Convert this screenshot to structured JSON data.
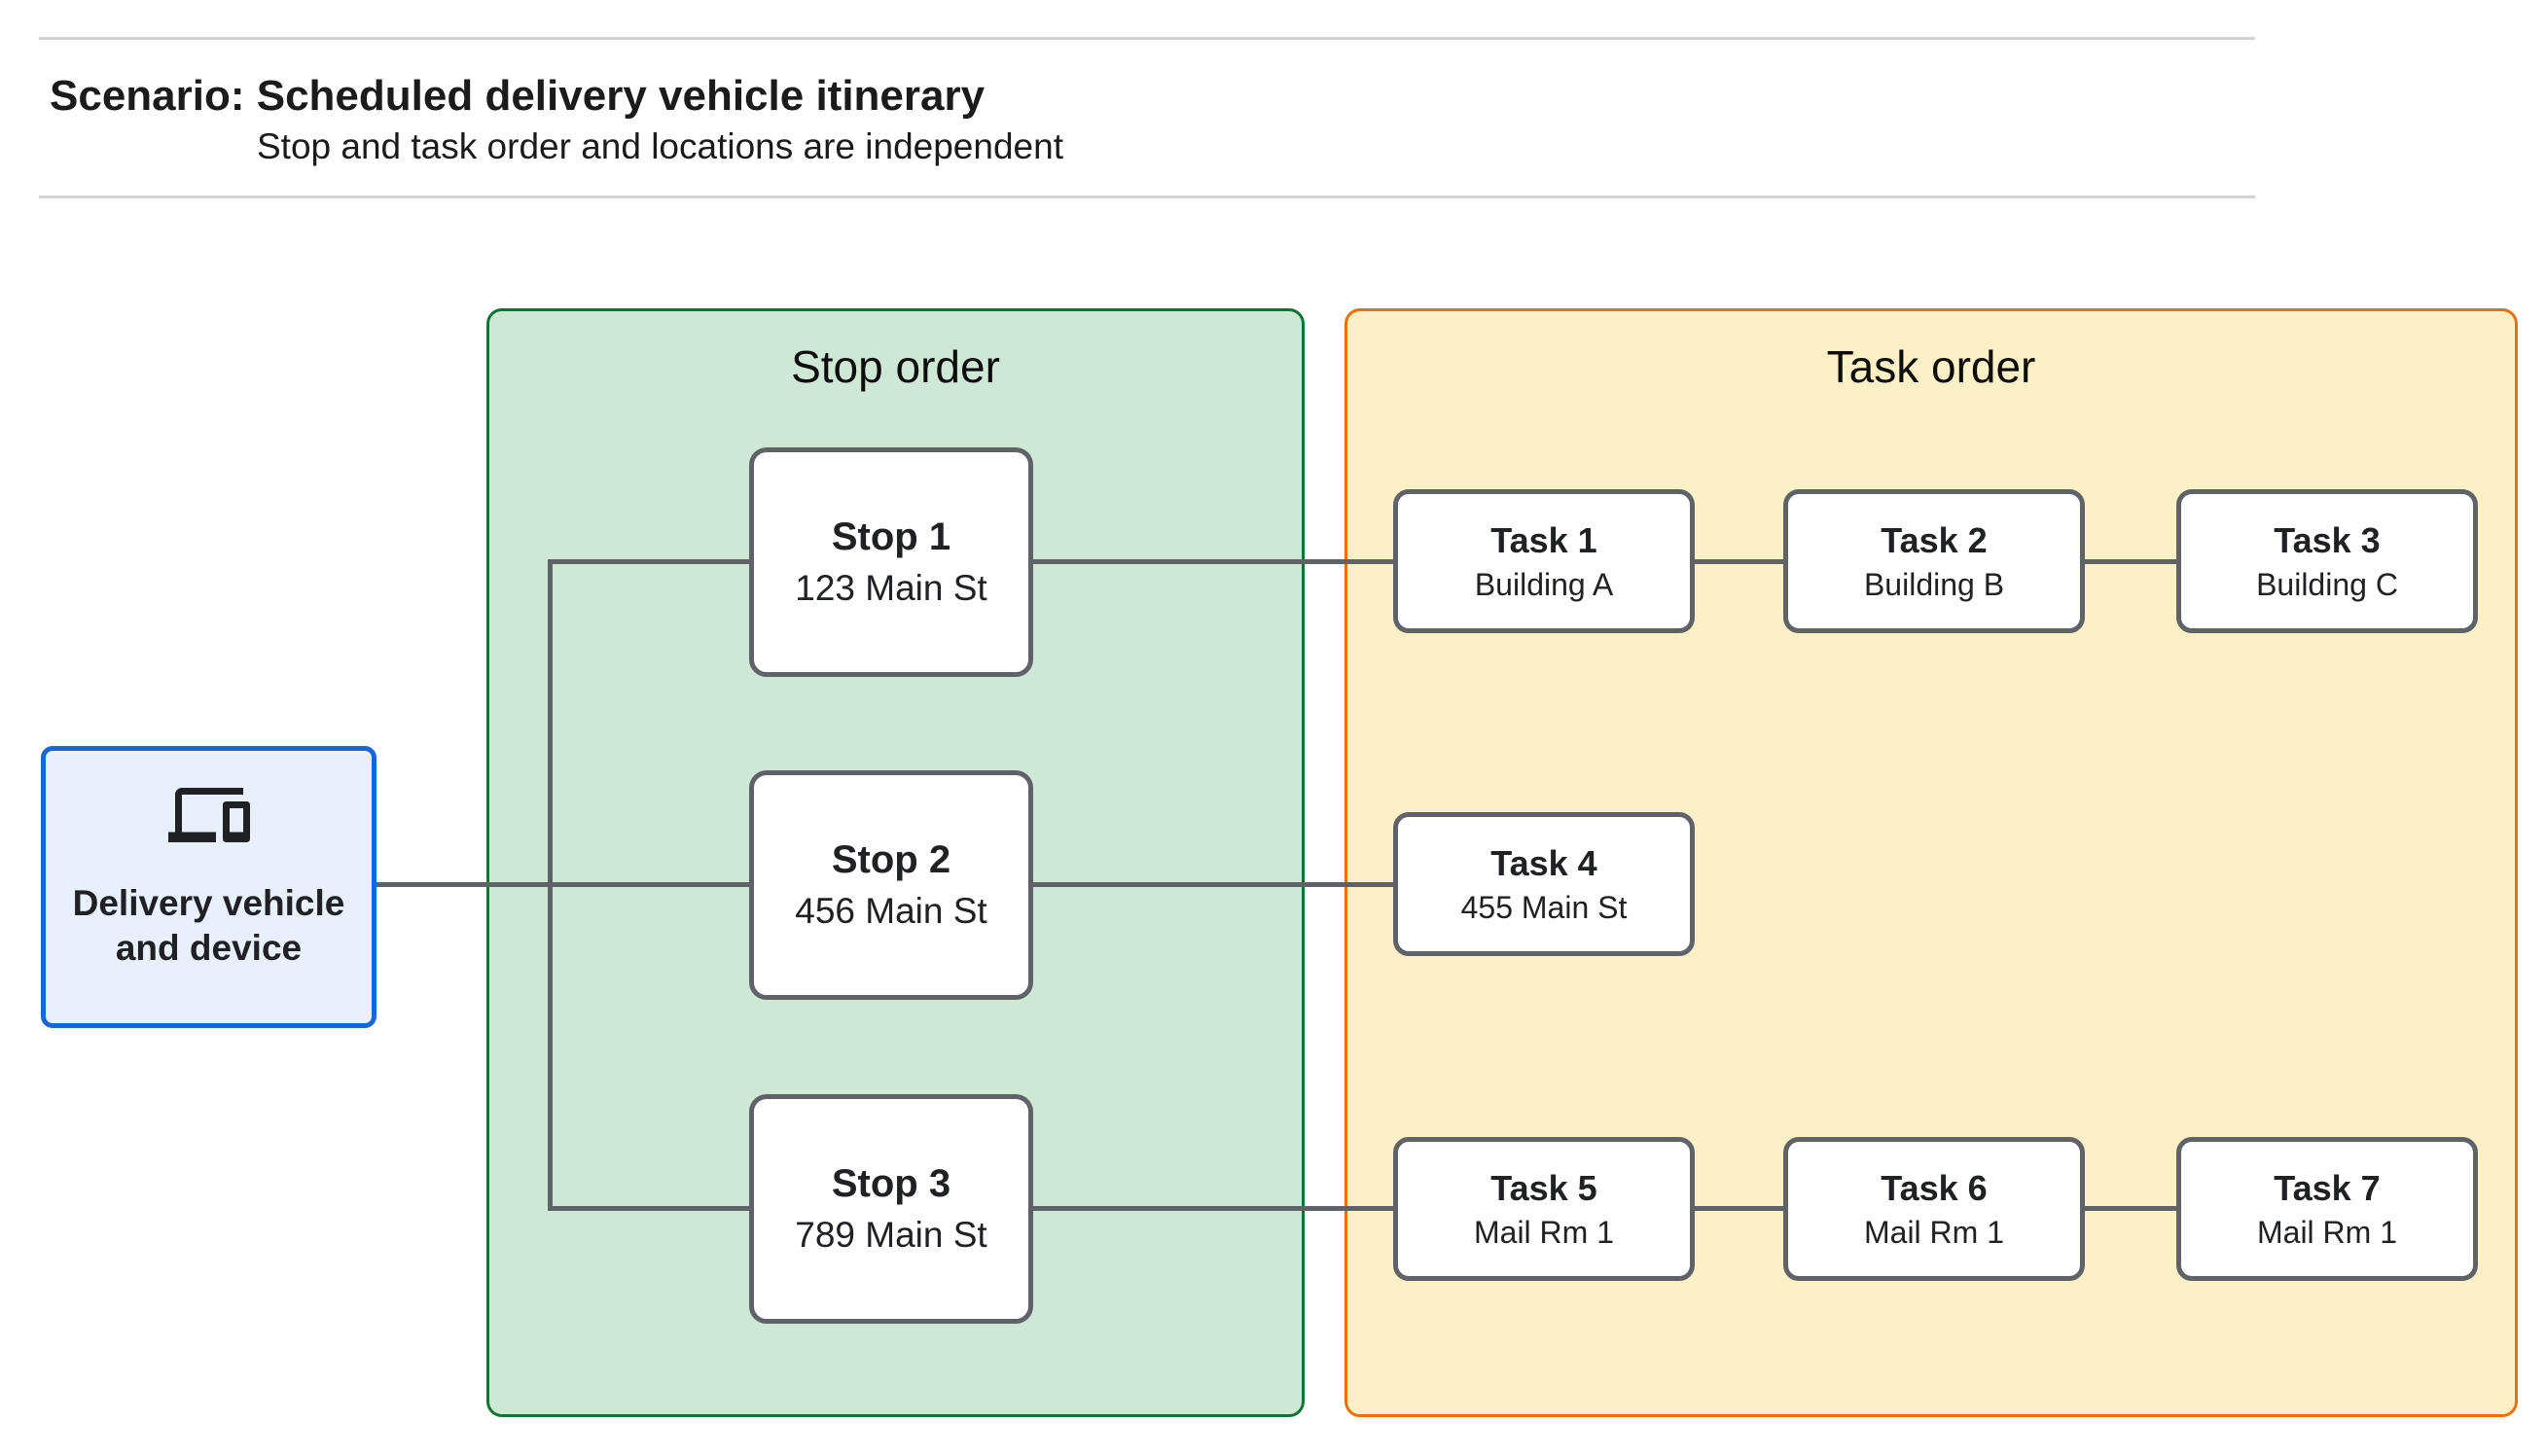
{
  "header": {
    "title": "Scenario: Scheduled delivery vehicle itinerary",
    "subtitle": "Stop and task order and locations are independent"
  },
  "source": {
    "icon": "devices-icon",
    "line1": "Delivery vehicle",
    "line2": "and device"
  },
  "panels": {
    "stop": {
      "title": "Stop order"
    },
    "task": {
      "title": "Task order"
    }
  },
  "stops": [
    {
      "title": "Stop 1",
      "subtitle": "123 Main St"
    },
    {
      "title": "Stop 2",
      "subtitle": "456 Main St"
    },
    {
      "title": "Stop 3",
      "subtitle": "789 Main St"
    }
  ],
  "tasks": [
    {
      "title": "Task 1",
      "subtitle": "Building A"
    },
    {
      "title": "Task 2",
      "subtitle": "Building B"
    },
    {
      "title": "Task 3",
      "subtitle": "Building C"
    },
    {
      "title": "Task 4",
      "subtitle": "455 Main St"
    },
    {
      "title": "Task 5",
      "subtitle": "Mail Rm 1"
    },
    {
      "title": "Task 6",
      "subtitle": "Mail Rm 1"
    },
    {
      "title": "Task 7",
      "subtitle": "Mail Rm 1"
    }
  ],
  "colors": {
    "green_fill": "#CFE8D6",
    "green_border": "#137333",
    "yellow_fill": "#FCF0C6",
    "orange_border": "#E8710A",
    "blue_fill": "#E8F0FE",
    "blue_border": "#1967D2",
    "line_gray": "#5F6368",
    "box_border": "#5F6368",
    "hairline": "#D2D2D2"
  }
}
